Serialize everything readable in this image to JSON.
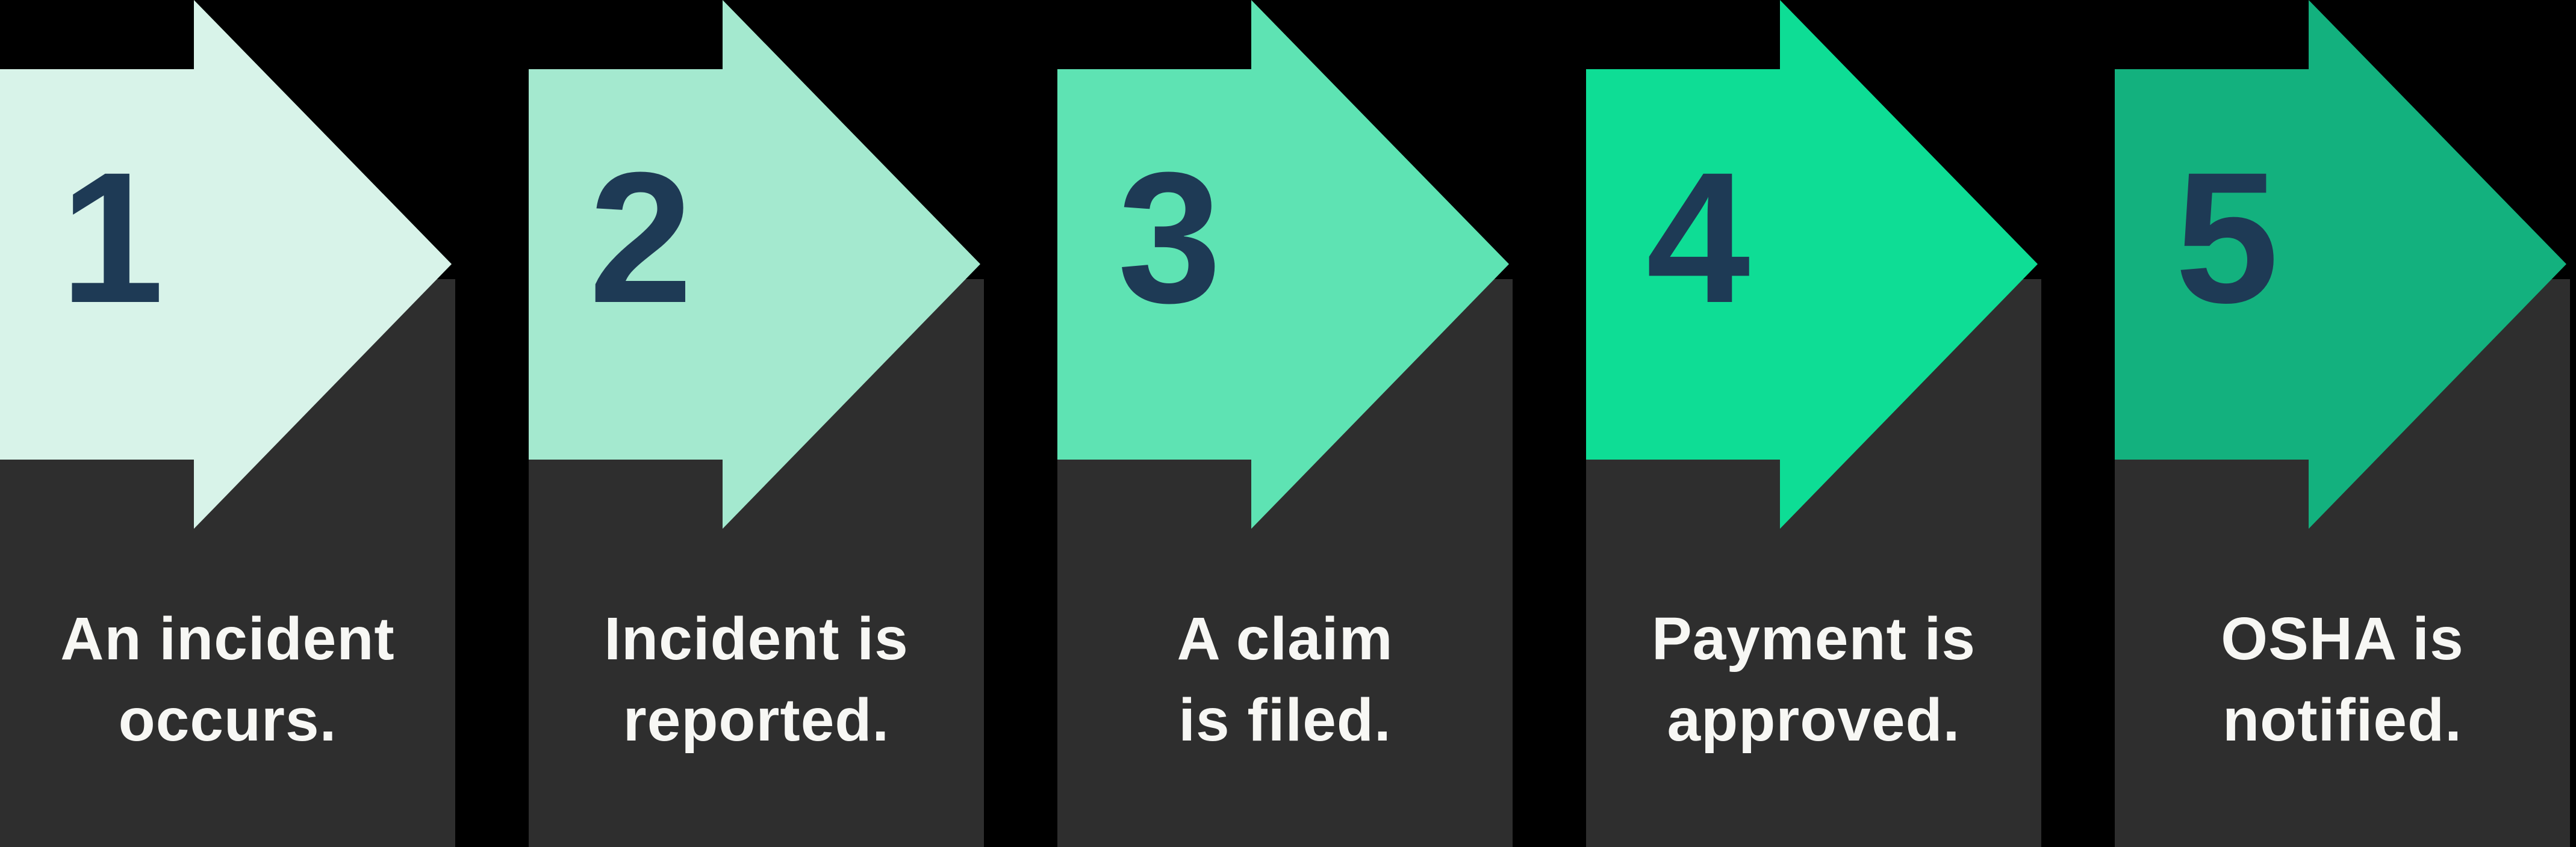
{
  "colors": {
    "background": "#000000",
    "card": "#2e2e2e",
    "number_text": "#1e3a55",
    "label_text": "#f7f7f4"
  },
  "steps": [
    {
      "number": "1",
      "label": "An incident\noccurs.",
      "arrow_color": "#d8f3e9"
    },
    {
      "number": "2",
      "label": "Incident is\nreported.",
      "arrow_color": "#a4e9cf"
    },
    {
      "number": "3",
      "label": "A claim\nis filed.",
      "arrow_color": "#5ee3b3"
    },
    {
      "number": "4",
      "label": "Payment is\napproved.",
      "arrow_color": "#0edd95"
    },
    {
      "number": "5",
      "label": "OSHA is\nnotified.",
      "arrow_color": "#13b17e"
    }
  ]
}
